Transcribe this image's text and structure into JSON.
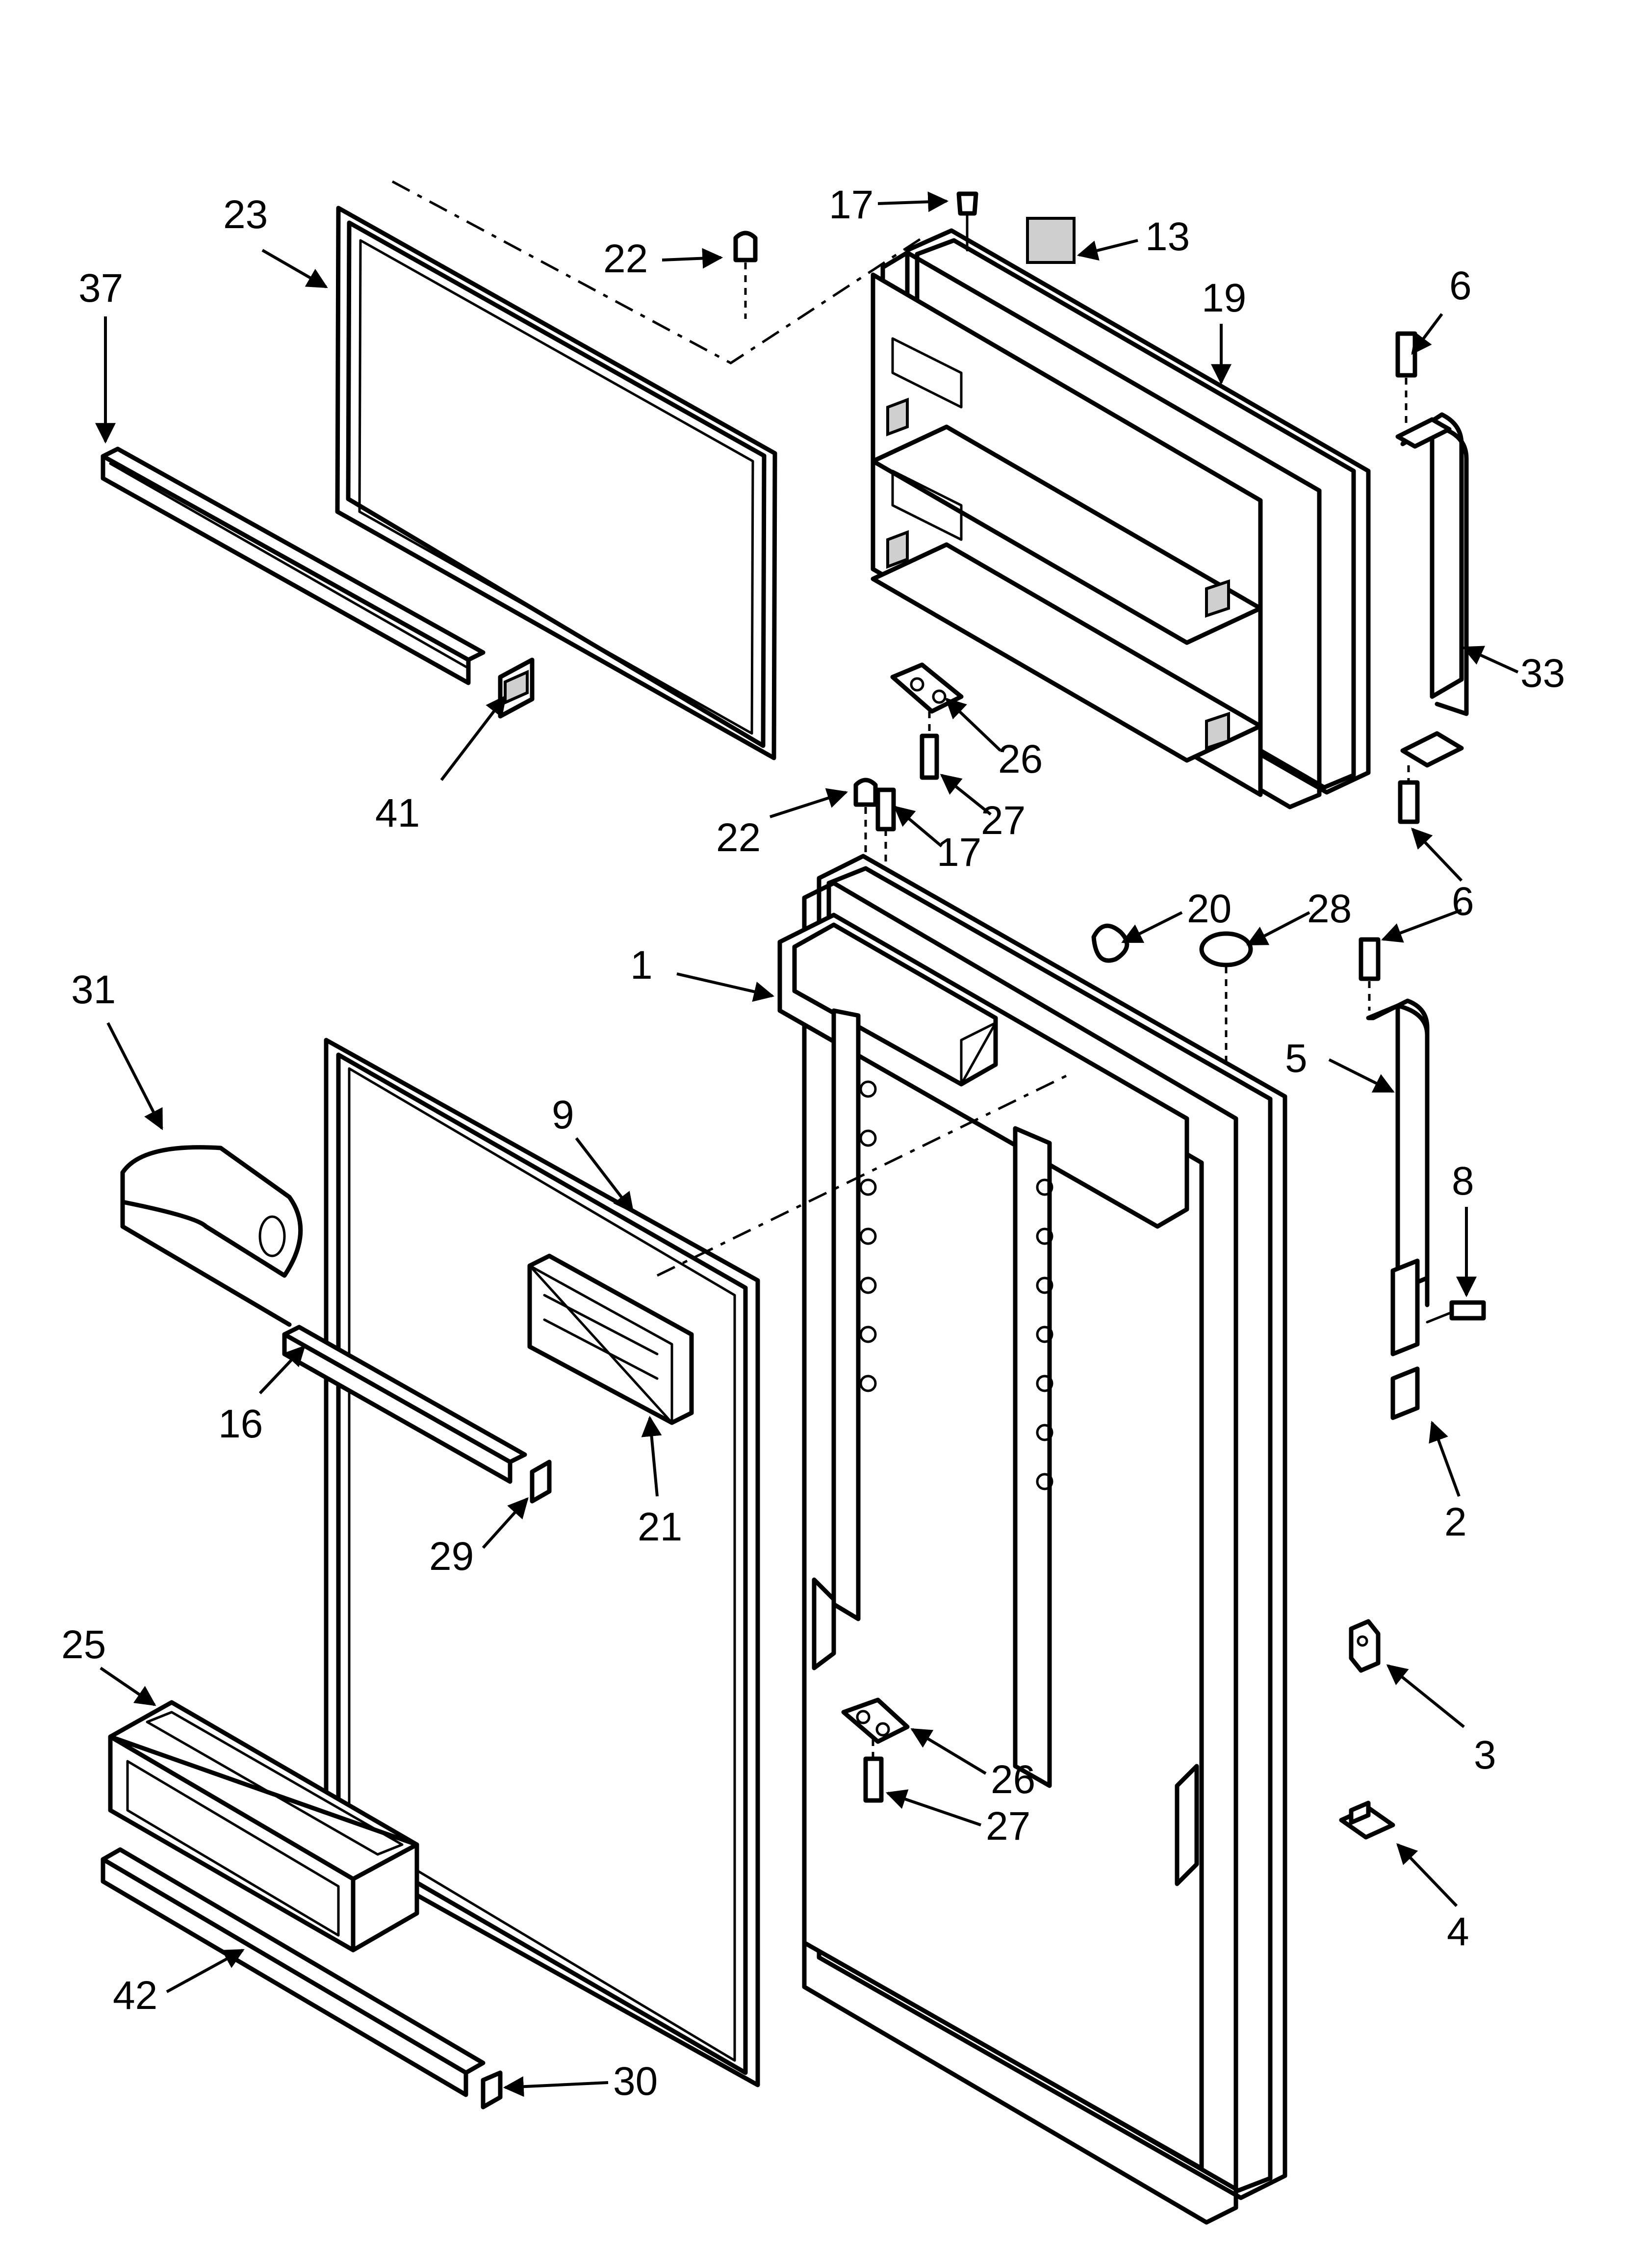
{
  "callouts": [
    {
      "id": "c23",
      "label": "23"
    },
    {
      "id": "c37",
      "label": "37"
    },
    {
      "id": "c41",
      "label": "41"
    },
    {
      "id": "c22a",
      "label": "22"
    },
    {
      "id": "c17a",
      "label": "17"
    },
    {
      "id": "c13",
      "label": "13"
    },
    {
      "id": "c19",
      "label": "19"
    },
    {
      "id": "c6a",
      "label": "6"
    },
    {
      "id": "c33",
      "label": "33"
    },
    {
      "id": "c26a",
      "label": "26"
    },
    {
      "id": "c27a",
      "label": "27"
    },
    {
      "id": "c22b",
      "label": "22"
    },
    {
      "id": "c17b",
      "label": "17"
    },
    {
      "id": "c6b",
      "label": "6"
    },
    {
      "id": "c20",
      "label": "20"
    },
    {
      "id": "c28",
      "label": "28"
    },
    {
      "id": "c6c",
      "label": "6"
    },
    {
      "id": "c1",
      "label": "1"
    },
    {
      "id": "c31",
      "label": "31"
    },
    {
      "id": "c9",
      "label": "9"
    },
    {
      "id": "c5",
      "label": "5"
    },
    {
      "id": "c8",
      "label": "8"
    },
    {
      "id": "c16",
      "label": "16"
    },
    {
      "id": "c21",
      "label": "21"
    },
    {
      "id": "c29",
      "label": "29"
    },
    {
      "id": "c2",
      "label": "2"
    },
    {
      "id": "c25",
      "label": "25"
    },
    {
      "id": "c3",
      "label": "3"
    },
    {
      "id": "c26b",
      "label": "26"
    },
    {
      "id": "c27b",
      "label": "27"
    },
    {
      "id": "c4",
      "label": "4"
    },
    {
      "id": "c42",
      "label": "42"
    },
    {
      "id": "c30",
      "label": "30"
    }
  ]
}
